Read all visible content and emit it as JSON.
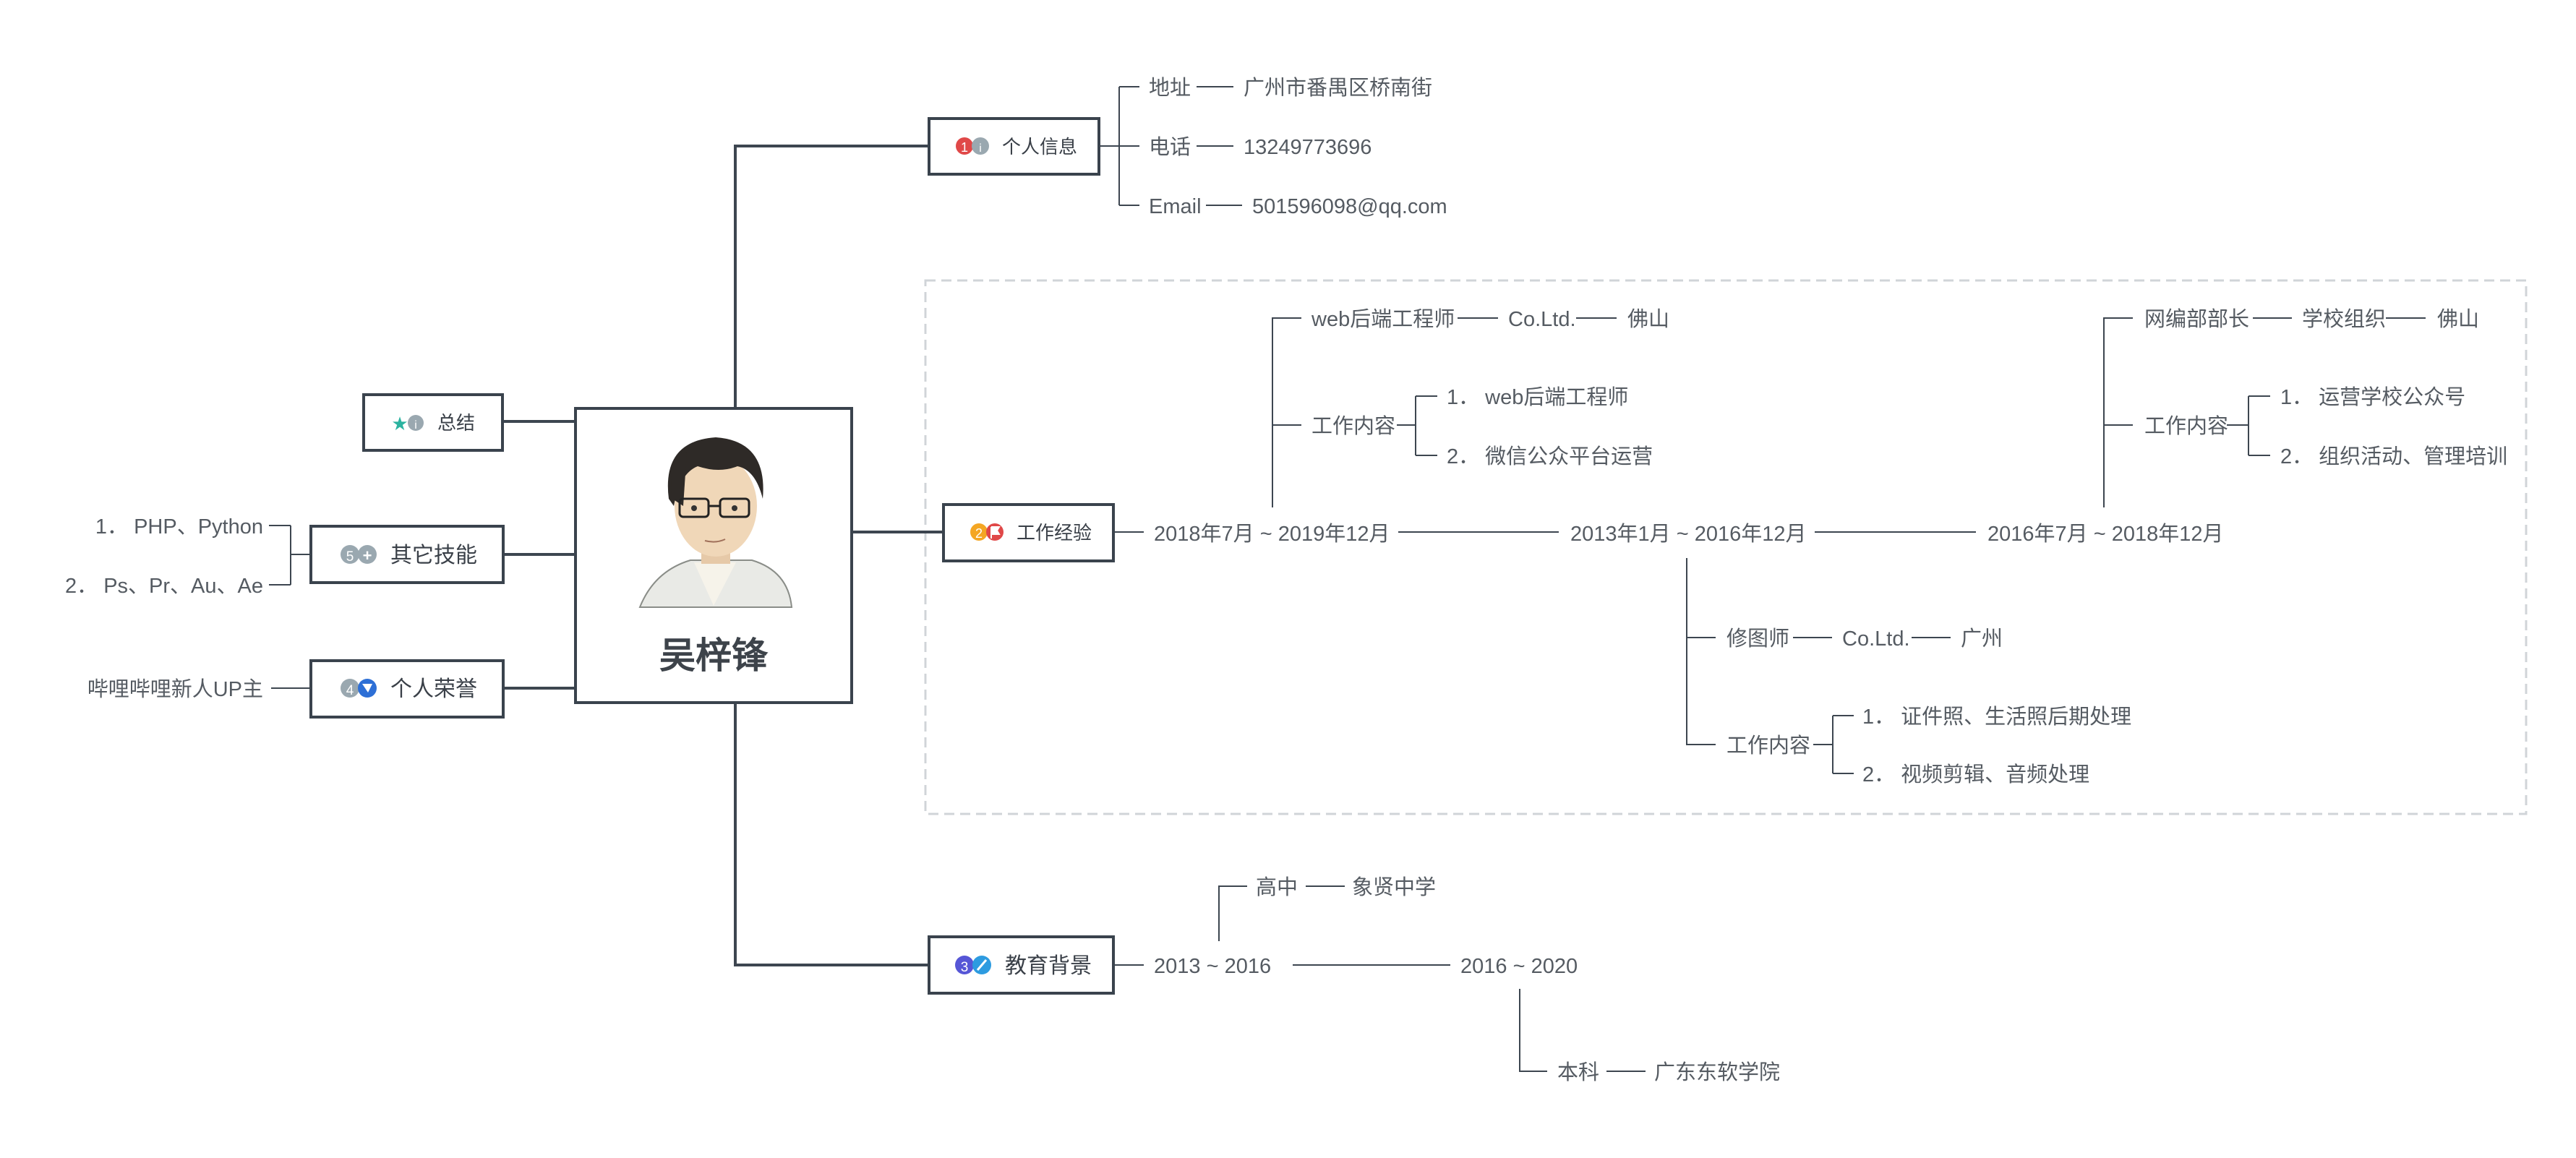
{
  "root": {
    "name": "吴梓锋"
  },
  "branches": {
    "summary": {
      "label": "总结"
    },
    "skills": {
      "label": "其它技能",
      "items": [
        "1．  PHP、Python",
        "2．  Ps、Pr、Au、Ae"
      ]
    },
    "honors": {
      "label": "个人荣誉",
      "items": [
        "哔哩哔哩新人UP主"
      ]
    },
    "personal": {
      "label": "个人信息",
      "address": {
        "key": "地址",
        "value": "广州市番禺区桥南街"
      },
      "phone": {
        "key": "电话",
        "value": "13249773696"
      },
      "email": {
        "key": "Email",
        "value": "501596098@qq.com"
      }
    },
    "work": {
      "label": "工作经验",
      "job1": {
        "period": "2018年7月 ~ 2019年12月",
        "title": "web后端工程师",
        "company": "Co.Ltd.",
        "city": "佛山",
        "content_label": "工作内容",
        "items": [
          "1．  web后端工程师",
          "2．  微信公众平台运营"
        ]
      },
      "job2": {
        "period": "2013年1月 ~ 2016年12月",
        "title": "修图师",
        "company": "Co.Ltd.",
        "city": "广州",
        "content_label": "工作内容",
        "items": [
          "1．  证件照、生活照后期处理",
          "2．  视频剪辑、音频处理"
        ]
      },
      "job3": {
        "period": "2016年7月 ~ 2018年12月",
        "title": "网编部部长",
        "company": "学校组织",
        "city": "佛山",
        "content_label": "工作内容",
        "items": [
          "1．  运营学校公众号",
          "2．  组织活动、管理培训"
        ]
      }
    },
    "education": {
      "label": "教育背景",
      "stage1": {
        "period": "2013 ~ 2016",
        "level": "高中",
        "school": "象贤中学"
      },
      "stage2": {
        "period": "2016 ~ 2020",
        "level": "本科",
        "school": "广东东软学院"
      }
    }
  },
  "colors": {
    "line": "#3d4650",
    "box_border": "#3a434d",
    "text": "#555b62",
    "dashed_border": "#d0d4d8",
    "marker_red": "#e04848",
    "marker_grey": "#9aa8b0",
    "marker_green": "#2bb3a0",
    "marker_orange": "#f4a623",
    "marker_blue": "#2d6fd6",
    "marker_violet": "#5656d6"
  },
  "icons": [
    "star-icon",
    "info-icon",
    "flag-icon",
    "plus-icon",
    "pencil-icon",
    "badge-icon"
  ]
}
